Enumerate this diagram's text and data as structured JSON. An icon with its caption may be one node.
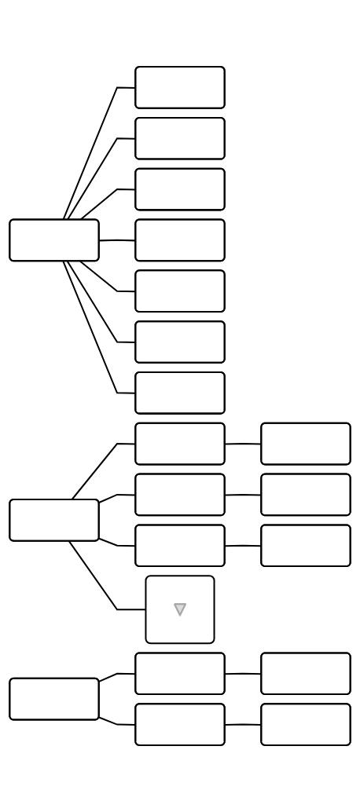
{
  "diagram": {
    "nodes": [
      {
        "text": [],
        "shape": "box"
      },
      {
        "text": [],
        "shape": "box"
      },
      {
        "text": [],
        "shape": "box"
      },
      {
        "text": [],
        "shape": "box"
      },
      {
        "text": [],
        "shape": "box"
      },
      {
        "text": [],
        "shape": "box"
      },
      {
        "text": [],
        "shape": "box"
      },
      {
        "text": [],
        "shape": "box"
      },
      {
        "text": [],
        "shape": "box"
      },
      {
        "text": [],
        "shape": "box"
      },
      {
        "text": [],
        "shape": "box"
      },
      {
        "text": [],
        "shape": "box"
      },
      {
        "text": [],
        "shape": "box"
      },
      {
        "text": [],
        "shape": "box"
      },
      {
        "text": [],
        "shape": "box"
      },
      {
        "text": [],
        "shape": "box"
      },
      {
        "text": [],
        "shape": "box"
      },
      {
        "text": [],
        "shape": "arrow",
        "in": 16
      },
      {
        "text": [],
        "shape": "box"
      },
      {
        "text": [],
        "shape": "box"
      },
      {
        "text": [],
        "shape": "box"
      },
      {
        "text": [],
        "shape": "box"
      }
    ],
    "edges": [
      {
        "from": 0,
        "to": 1,
        "arrow": "none"
      },
      {
        "from": 0,
        "to": 2,
        "arrow": "none"
      },
      {
        "from": 0,
        "to": 3,
        "arrow": "none"
      },
      {
        "from": 0,
        "to": 4,
        "arrow": "none"
      },
      {
        "from": 0,
        "to": 5,
        "arrow": "none"
      },
      {
        "from": 0,
        "to": 6,
        "arrow": "none"
      },
      {
        "from": 0,
        "to": 7,
        "arrow": "none"
      },
      {
        "from": 8,
        "to": 9,
        "arrow": "none"
      },
      {
        "from": 8,
        "to": 10,
        "arrow": "none"
      },
      {
        "from": 9,
        "to": 11,
        "arrow": "none"
      },
      {
        "from": 10,
        "to": 12,
        "arrow": "none"
      },
      {
        "from": 13,
        "to": 14,
        "arrow": "none"
      },
      {
        "from": 13,
        "to": 15,
        "arrow": "none"
      },
      {
        "from": 13,
        "to": 16,
        "arrow": "none"
      },
      {
        "from": 13,
        "to": 18,
        "arrow": "none"
      },
      {
        "from": 14,
        "to": 19,
        "arrow": "none"
      },
      {
        "from": 15,
        "to": 20,
        "arrow": "none"
      },
      {
        "from": 18,
        "to": 21,
        "arrow": "none"
      }
    ]
  }
}
